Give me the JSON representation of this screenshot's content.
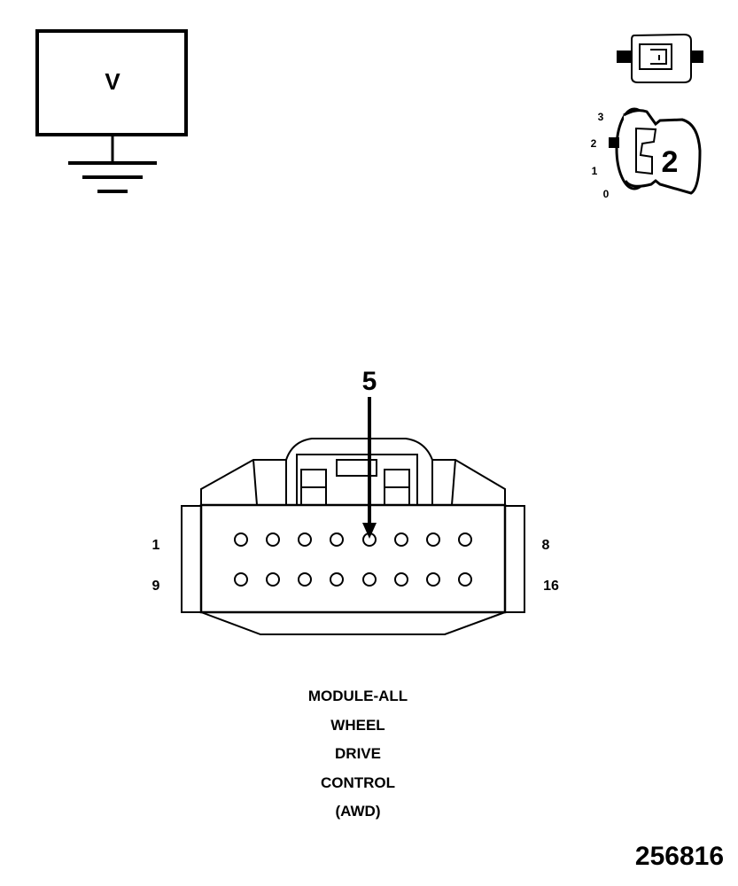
{
  "voltmeter": {
    "label": "V"
  },
  "ignition": {
    "positions": [
      "3",
      "2",
      "1",
      "0"
    ],
    "selected": "2"
  },
  "connector": {
    "callout_pin": "5",
    "row1_start": "1",
    "row1_end": "8",
    "row2_start": "9",
    "row2_end": "16"
  },
  "caption": {
    "lines": [
      "MODULE-ALL",
      "WHEEL",
      "DRIVE",
      "CONTROL",
      "(AWD)"
    ]
  },
  "figure_number": "256816"
}
